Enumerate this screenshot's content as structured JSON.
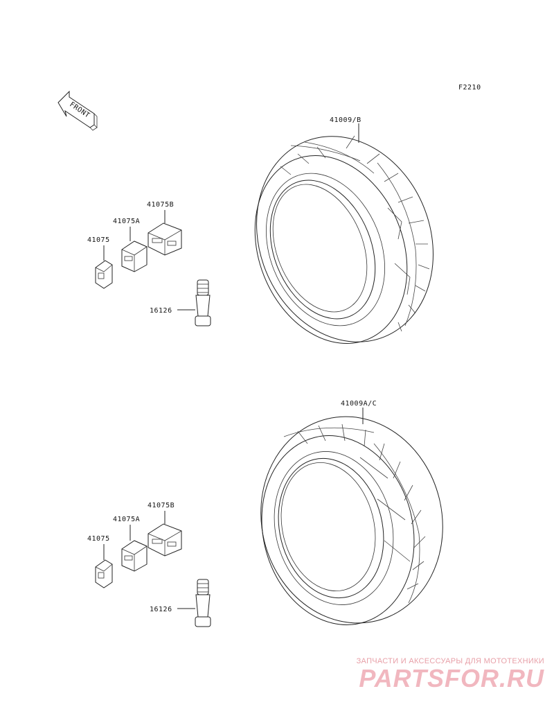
{
  "figure": {
    "code": "F2210",
    "front_label": "FRONT"
  },
  "upper_group": {
    "tire_label": "41009/B",
    "weight_b_label": "41075B",
    "weight_a_label": "41075A",
    "weight_label": "41075",
    "valve_label": "16126"
  },
  "lower_group": {
    "tire_label": "41009A/C",
    "weight_b_label": "41075B",
    "weight_a_label": "41075A",
    "weight_label": "41075",
    "valve_label": "16126"
  },
  "watermark": {
    "subtitle": "ЗАПЧАСТИ И АКСЕССУАРЫ ДЛЯ МОТОТЕХНИКИ",
    "logo": "PARTSFOR.RU"
  }
}
